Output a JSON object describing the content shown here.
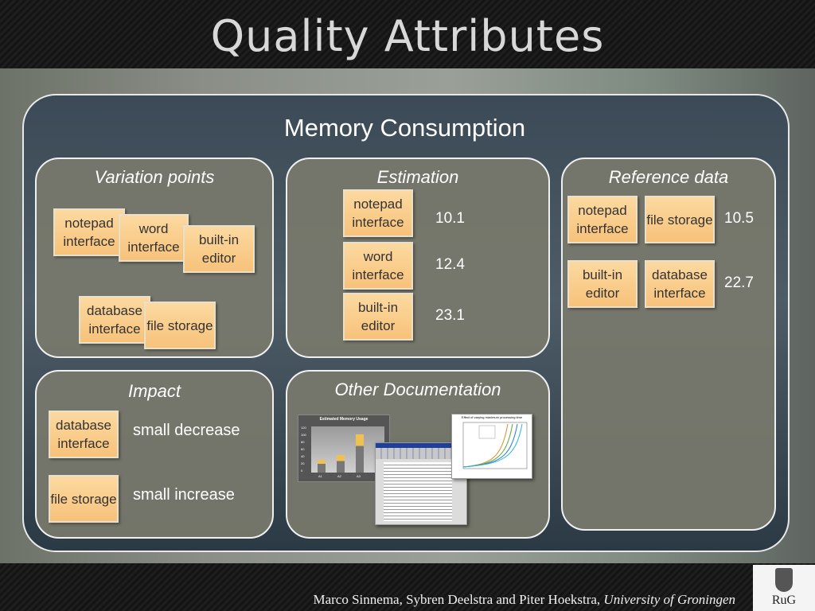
{
  "header": {
    "title": "Quality Attributes"
  },
  "main": {
    "title": "Memory Consumption"
  },
  "variation_points": {
    "title": "Variation points",
    "items": [
      "notepad interface",
      "word interface",
      "built-in editor",
      "database interface",
      "file storage"
    ]
  },
  "estimation": {
    "title": "Estimation",
    "rows": [
      {
        "label": "notepad interface",
        "value": "10.1"
      },
      {
        "label": "word interface",
        "value": "12.4"
      },
      {
        "label": "built-in editor",
        "value": "23.1"
      }
    ]
  },
  "reference": {
    "title": "Reference data",
    "rows": [
      {
        "a": "notepad interface",
        "b": "file storage",
        "value": "10.5"
      },
      {
        "a": "built-in editor",
        "b": "database interface",
        "value": "22.7"
      }
    ]
  },
  "impact": {
    "title": "Impact",
    "rows": [
      {
        "label": "database interface",
        "text": "small decrease"
      },
      {
        "label": "file storage",
        "text": "small increase"
      }
    ]
  },
  "other_docs": {
    "title": "Other Documentation",
    "chart_title": "Estimated Memory Usage",
    "chart_categories": [
      "A1",
      "A2",
      "A3"
    ],
    "chart_ticks": [
      "120",
      "100",
      "80",
      "60",
      "40",
      "20",
      "0"
    ],
    "plot_title": "Effect of varying maximum processing time"
  },
  "footer": {
    "authors": "Marco Sinnema, Sybren Deelstra and Piter Hoekstra,",
    "affiliation": "University of Groningen",
    "logo_text": "RuG"
  },
  "colors": {
    "box_fill": "#f7c27a",
    "panel_fill": "#7a7a6c",
    "accent": "#ffffff"
  }
}
